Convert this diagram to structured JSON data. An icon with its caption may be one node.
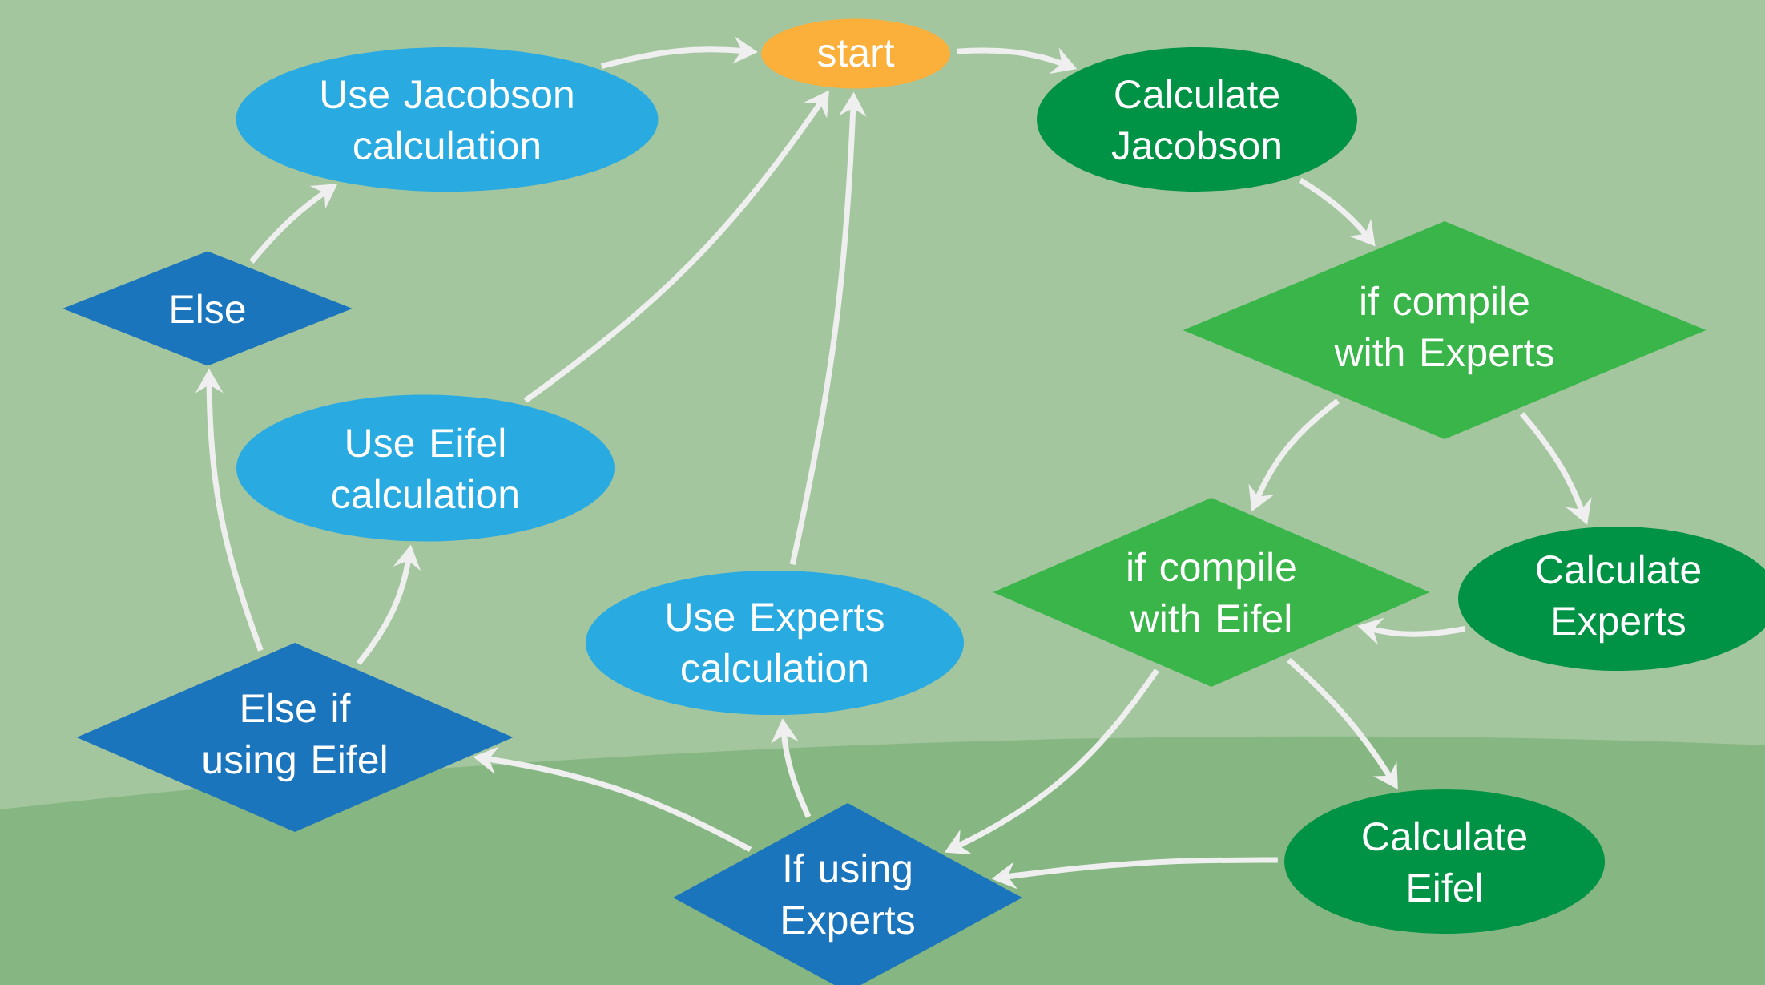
{
  "diagram": {
    "nodes": [
      {
        "text": [
          "start"
        ]
      },
      {
        "text": [
          "Use Jacobson calculation"
        ]
      },
      {
        "text": [
          "Calculate Jacobson"
        ]
      },
      {
        "text": [
          "Else"
        ]
      },
      {
        "text": [
          "if compile with Experts"
        ]
      },
      {
        "text": [
          "Use Eifel calculation"
        ]
      },
      {
        "text": [
          "if compile with Eifel"
        ]
      },
      {
        "text": [
          "Calculate Experts"
        ]
      },
      {
        "text": [
          "Use Experts calculation"
        ]
      },
      {
        "text": [
          "Else if using Eifel"
        ]
      },
      {
        "text": [
          "Calculate Eifel"
        ]
      },
      {
        "text": [
          "If using Experts"
        ]
      }
    ],
    "edges": [
      {
        "from": 0,
        "to": 2,
        "arrow": "to"
      },
      {
        "from": 2,
        "to": 4,
        "arrow": "to"
      },
      {
        "from": 4,
        "to": 6,
        "arrow": "to"
      },
      {
        "from": 4,
        "to": 7,
        "arrow": "to"
      },
      {
        "from": 7,
        "to": 6,
        "arrow": "to"
      },
      {
        "from": 6,
        "to": 10,
        "arrow": "to"
      },
      {
        "from": 6,
        "to": 11,
        "arrow": "to"
      },
      {
        "from": 10,
        "to": 11,
        "arrow": "to"
      },
      {
        "from": 11,
        "to": 8,
        "arrow": "to"
      },
      {
        "from": 11,
        "to": 9,
        "arrow": "to"
      },
      {
        "from": 8,
        "to": 0,
        "arrow": "to"
      },
      {
        "from": 9,
        "to": 5,
        "arrow": "to"
      },
      {
        "from": 5,
        "to": 0,
        "arrow": "to"
      },
      {
        "from": 9,
        "to": 3,
        "arrow": "to"
      },
      {
        "from": 3,
        "to": 1,
        "arrow": "to"
      },
      {
        "from": 1,
        "to": 0,
        "arrow": "to"
      }
    ]
  }
}
